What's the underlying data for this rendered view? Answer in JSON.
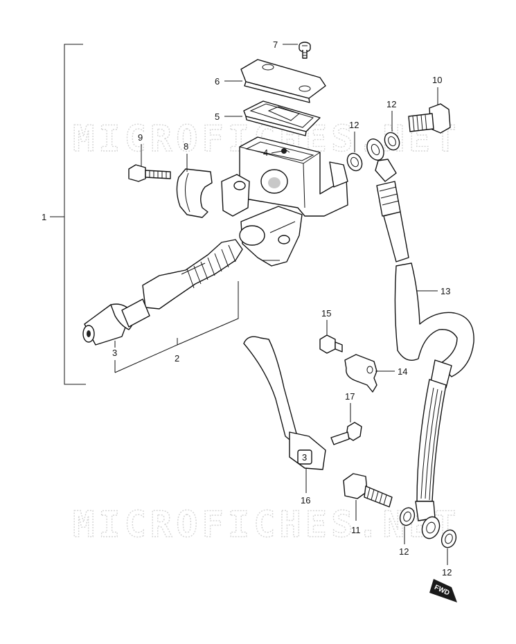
{
  "watermark": {
    "top": "MICROFICHES.NET",
    "bottom": "MICROFICHES.NET"
  },
  "callouts": {
    "p1": "1",
    "p2": "2",
    "p3": "3",
    "p4": "4",
    "p5": "5",
    "p6": "6",
    "p7": "7",
    "p8": "8",
    "p9": "9",
    "p10": "10",
    "p11": "11",
    "p12a": "12",
    "p12b": "12",
    "p12c": "12",
    "p12d": "12",
    "p13": "13",
    "p14": "14",
    "p15": "15",
    "p16": "16",
    "p17": "17"
  },
  "direction_badge": "FWD",
  "guard_label": "3"
}
